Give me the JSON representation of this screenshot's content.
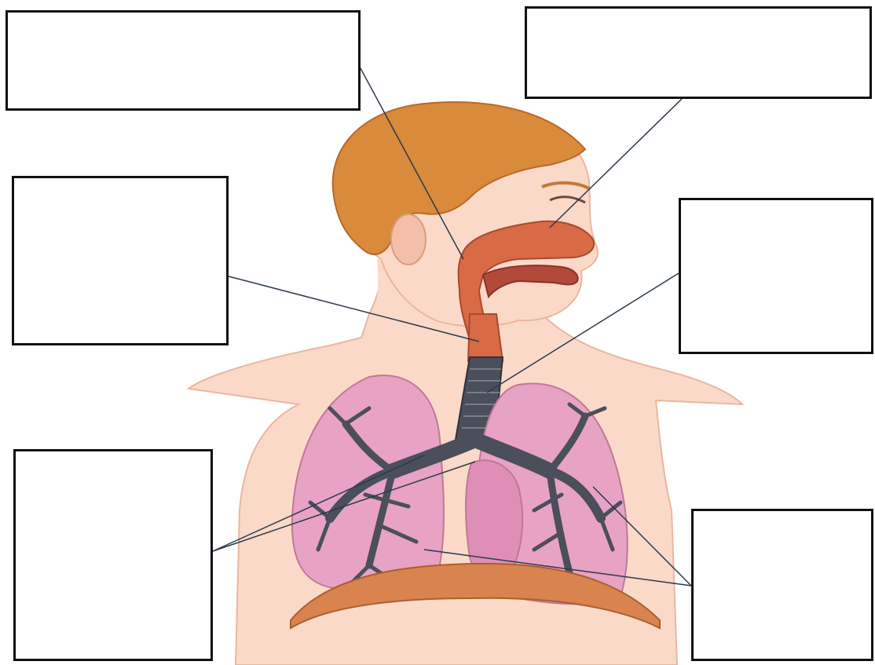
{
  "diagram": {
    "label_boxes": [
      {
        "id": "top-left",
        "text": ""
      },
      {
        "id": "top-right",
        "text": ""
      },
      {
        "id": "mid-left",
        "text": ""
      },
      {
        "id": "mid-right",
        "text": ""
      },
      {
        "id": "bottom-left",
        "text": ""
      },
      {
        "id": "bottom-right",
        "text": ""
      }
    ],
    "colors": {
      "skin": "#fbd9c8",
      "skin_shadow": "#f2b9a0",
      "hair": "#d98a3a",
      "airway": "#d86a45",
      "lung": "#e7a2c4",
      "bronchi": "#4b4f5a",
      "diaphragm": "#d9834f",
      "leader_line": "#2a3a4a",
      "box_border": "#111111"
    }
  }
}
